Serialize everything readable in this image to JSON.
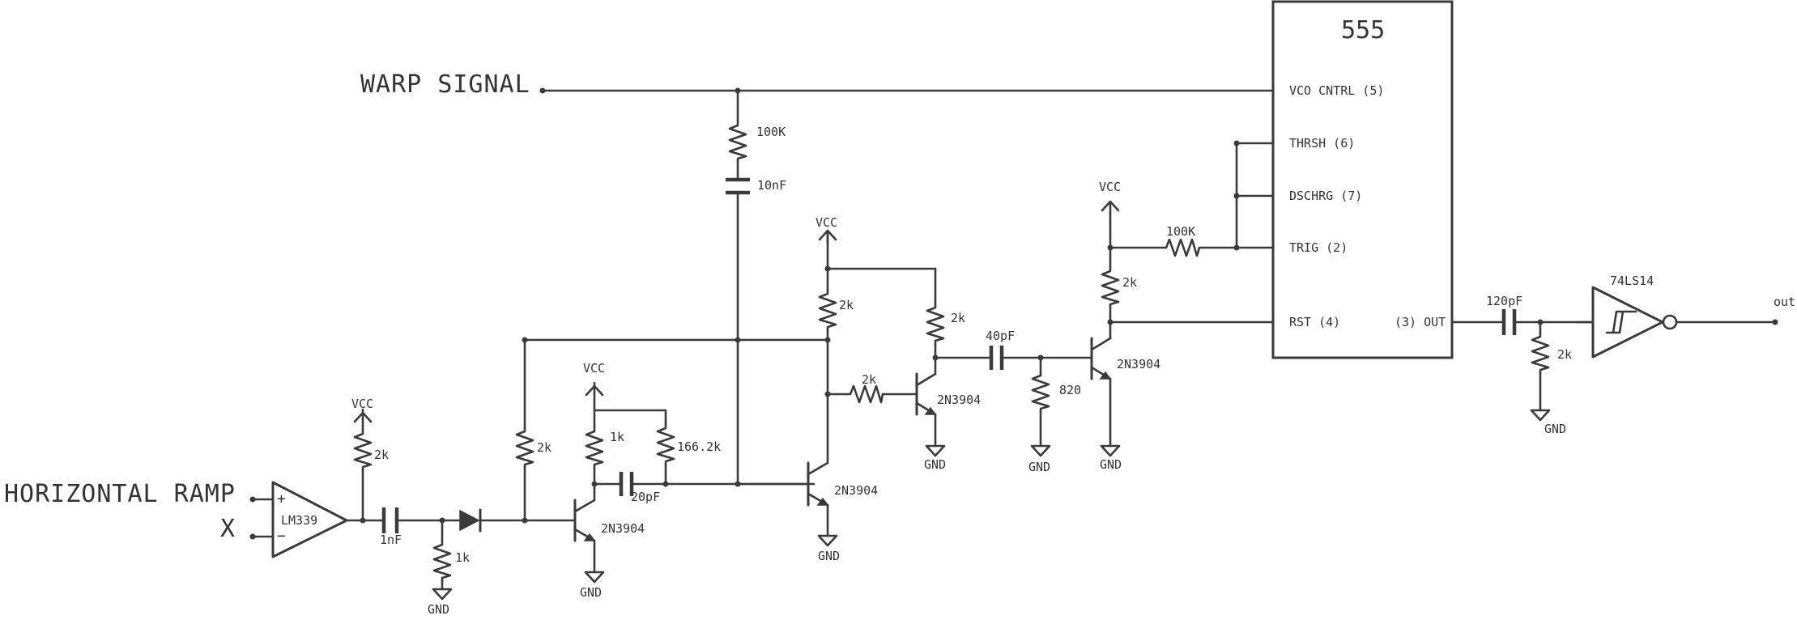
{
  "inputs": {
    "warp_signal": "WARP SIGNAL",
    "horizontal_ramp": "HORIZONTAL RAMP",
    "x": "X"
  },
  "ic555": {
    "title": "555",
    "pins": {
      "vco": "VCO CNTRL (5)",
      "thrsh": "THRSH (6)",
      "dschrg": "DSCHRG (7)",
      "trig": "TRIG (2)",
      "rst": "RST (4)",
      "out": "(3) OUT"
    }
  },
  "comparator": {
    "name": "LM339",
    "plus": "+",
    "minus": "−"
  },
  "inverter": {
    "name": "74LS14"
  },
  "output": {
    "label": "out"
  },
  "power": {
    "vcc": "VCC",
    "gnd": "GND"
  },
  "resistors": {
    "r_warp": "100K",
    "r_cmp_pullup": "2k",
    "r_1k_gnd": "1k",
    "r_diode_pull": "2k",
    "r_q1_c": "1k",
    "r_166": "166.2k",
    "r_q2_c": "2k",
    "r_q3_c": "2k",
    "r_q3_b": "2k",
    "r_820": "820",
    "r_q4_c": "2k",
    "r_trig": "100K",
    "r_out_gnd": "2k"
  },
  "capacitors": {
    "c_warp": "10nF",
    "c_1nf": "1nF",
    "c_20pf": "20pF",
    "c_40pf": "40pF",
    "c_120pf": "120pF"
  },
  "transistors": {
    "q1": "2N3904",
    "q2": "2N3904",
    "q3": "2N3904",
    "q4": "2N3904"
  }
}
